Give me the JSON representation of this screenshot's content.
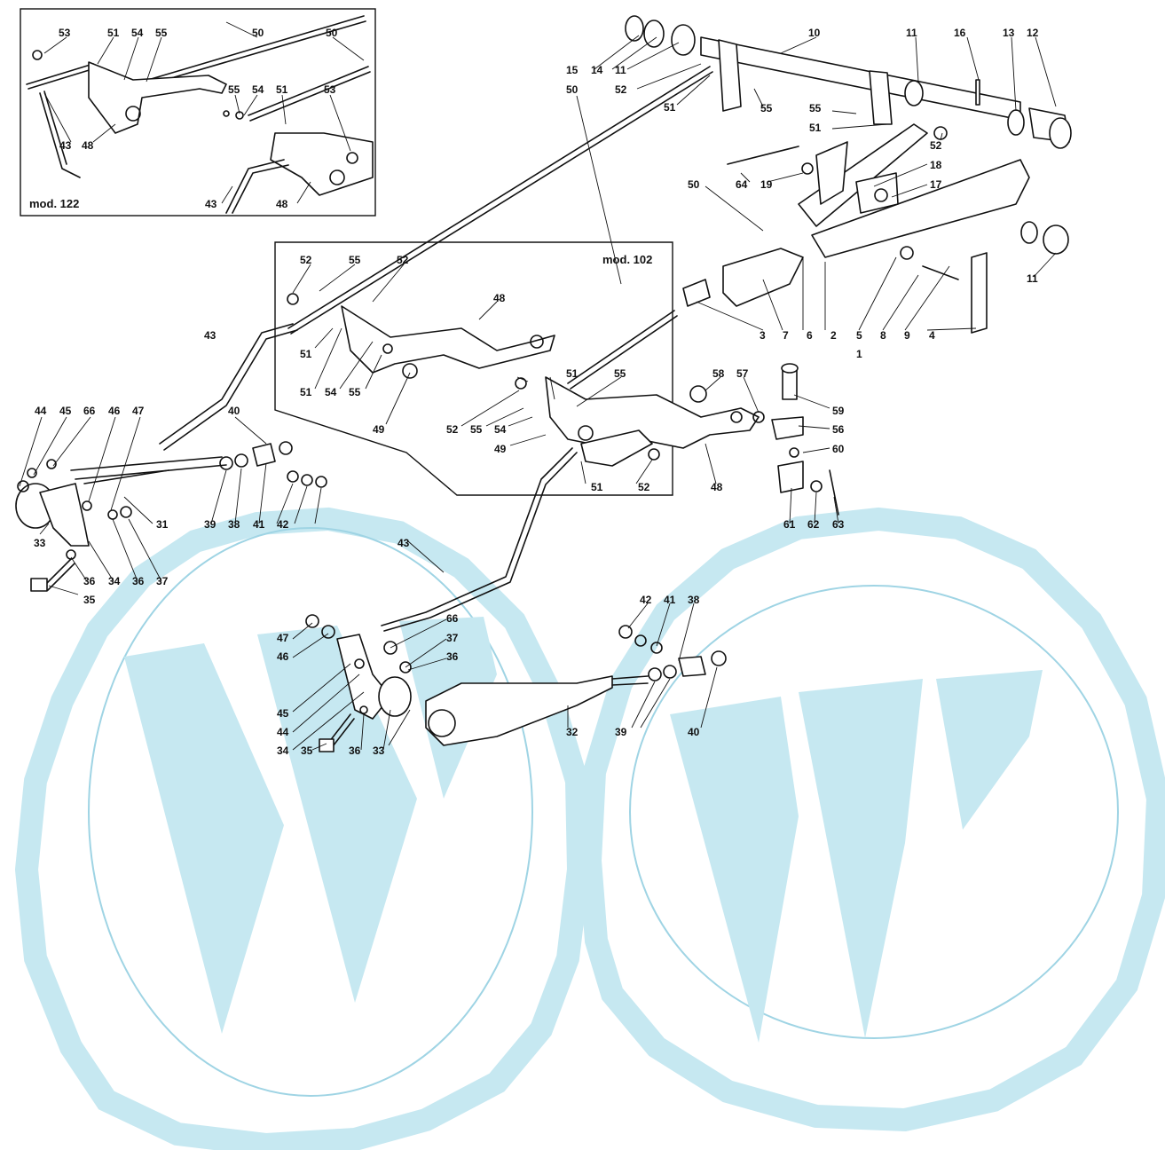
{
  "diagram": {
    "watermark_color": "#c6e8f1",
    "insets": [
      {
        "id": "mod122",
        "title": "mod. 122"
      },
      {
        "id": "mod102",
        "title": "mod. 102"
      }
    ],
    "callouts": [
      "53",
      "51",
      "54",
      "55",
      "50",
      "50",
      "55",
      "54",
      "51",
      "53",
      "43",
      "48",
      "43",
      "48",
      "52",
      "55",
      "52",
      "51",
      "51",
      "54",
      "55",
      "48",
      "49",
      "51",
      "55",
      "52",
      "55",
      "54",
      "49",
      "51",
      "52",
      "48",
      "15",
      "14",
      "11",
      "10",
      "11",
      "16",
      "13",
      "12",
      "52",
      "50",
      "51",
      "55",
      "55",
      "51",
      "52",
      "64",
      "19",
      "18",
      "17",
      "50",
      "11",
      "3",
      "7",
      "6",
      "2",
      "5",
      "8",
      "9",
      "4",
      "1",
      "58",
      "57",
      "59",
      "56",
      "60",
      "61",
      "62",
      "63",
      "43",
      "44",
      "45",
      "66",
      "46",
      "47",
      "40",
      "31",
      "33",
      "35",
      "36",
      "34",
      "36",
      "37",
      "39",
      "38",
      "41",
      "42",
      "43",
      "66",
      "47",
      "37",
      "46",
      "36",
      "45",
      "44",
      "34",
      "35",
      "36",
      "33",
      "32",
      "42",
      "41",
      "38",
      "39",
      "40"
    ]
  }
}
